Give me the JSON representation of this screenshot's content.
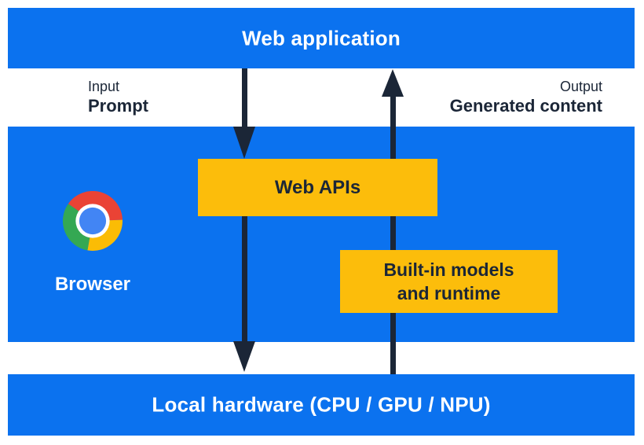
{
  "diagram": {
    "title_bar": {
      "label": "Web application"
    },
    "io_labels": {
      "input_caption": "Input",
      "input_value": "Prompt",
      "output_caption": "Output",
      "output_value": "Generated content"
    },
    "browser_section": {
      "browser_label": "Browser",
      "web_apis_label": "Web APIs",
      "builtin_models_line1": "Built-in models",
      "builtin_models_line2": "and runtime"
    },
    "hardware_bar": {
      "label": "Local hardware (CPU / GPU / NPU)"
    },
    "icons": {
      "chrome_logo": "chrome-browser-logo"
    }
  },
  "colors": {
    "primary_blue": "#0B72EF",
    "accent_yellow": "#FCBD0B",
    "ink_navy": "#1B2637",
    "text_white": "#FFFFFF",
    "chrome_red": "#EA4335",
    "chrome_yellow": "#FBBC05",
    "chrome_green": "#34A853",
    "chrome_blue": "#4285F4"
  }
}
